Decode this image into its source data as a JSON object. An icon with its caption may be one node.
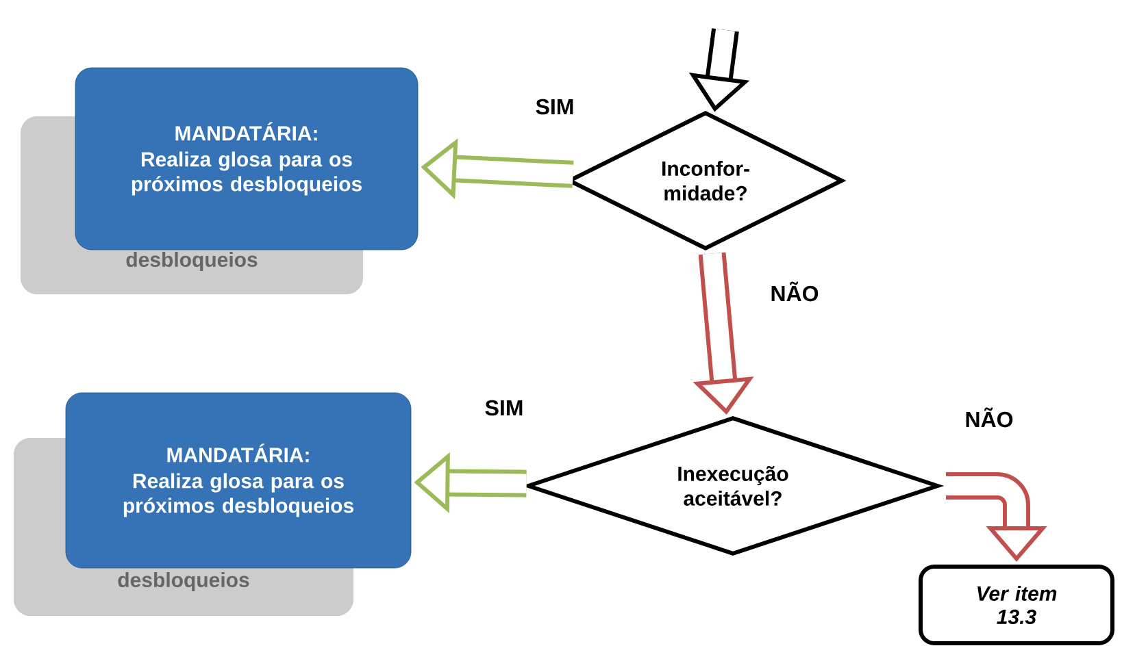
{
  "diagram": {
    "nodes": [
      {
        "text": [
          "MANDATÁRIA:",
          "Realiza glosa para os próximos desbloqueios"
        ]
      },
      {
        "text": [
          "Inconfor- midade?"
        ]
      },
      {
        "text": [
          "MANDATÁRIA:",
          "Realiza glosa para os próximos desbloqueios"
        ]
      },
      {
        "text": [
          "Inexecução aceitável?"
        ]
      },
      {
        "text": [
          "Ver item 13.3"
        ]
      }
    ],
    "edges": [
      {
        "from": null,
        "to": 1,
        "arrow": "to",
        "color": "#000000"
      },
      {
        "from": 1,
        "to": 0,
        "arrow": "to",
        "label": "SIM",
        "color": "#9bbb59"
      },
      {
        "from": 1,
        "to": 3,
        "arrow": "to",
        "label": "NÃO",
        "color": "#c0504d"
      },
      {
        "from": 3,
        "to": 2,
        "arrow": "to",
        "label": "SIM",
        "color": "#9bbb59"
      },
      {
        "from": 3,
        "to": 4,
        "arrow": "to",
        "label": "NÃO",
        "color": "#c0504d"
      }
    ],
    "labels": [
      "desbloqueios",
      "desbloqueios"
    ]
  }
}
